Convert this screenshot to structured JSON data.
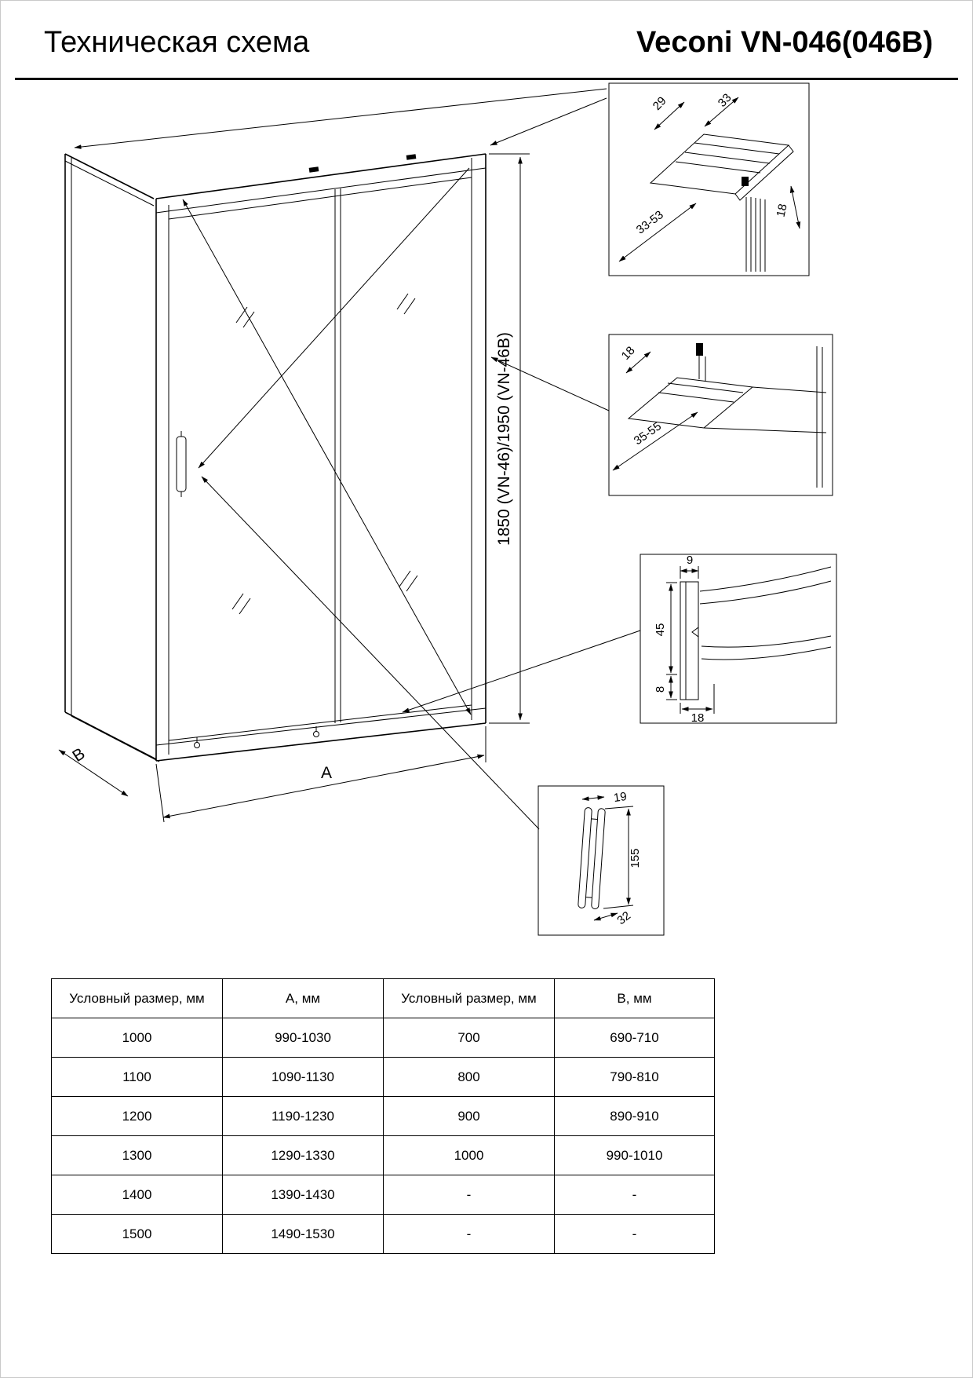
{
  "header": {
    "title": "Техническая схема",
    "model": "Veconi VN-046(046B)"
  },
  "drawing": {
    "height_label": "1850 (VN-46)/1950 (VN-46B)",
    "width_label": "A",
    "depth_label": "B",
    "details": {
      "top_profile": {
        "dims": [
          "29",
          "33",
          "33-53",
          "18"
        ]
      },
      "wall_profile": {
        "dims": [
          "18",
          "35-55"
        ]
      },
      "side_profile": {
        "dims": [
          "9",
          "45",
          "8",
          "18"
        ]
      },
      "handle": {
        "dims": [
          "19",
          "155",
          "32"
        ]
      }
    }
  },
  "table": {
    "headers": [
      "Условный размер, мм",
      "А, мм",
      "Условный размер, мм",
      "В, мм"
    ],
    "rows": [
      [
        "1000",
        "990-1030",
        "700",
        "690-710"
      ],
      [
        "1100",
        "1090-1130",
        "800",
        "790-810"
      ],
      [
        "1200",
        "1190-1230",
        "900",
        "890-910"
      ],
      [
        "1300",
        "1290-1330",
        "1000",
        "990-1010"
      ],
      [
        "1400",
        "1390-1430",
        "-",
        "-"
      ],
      [
        "1500",
        "1490-1530",
        "-",
        "-"
      ]
    ]
  }
}
